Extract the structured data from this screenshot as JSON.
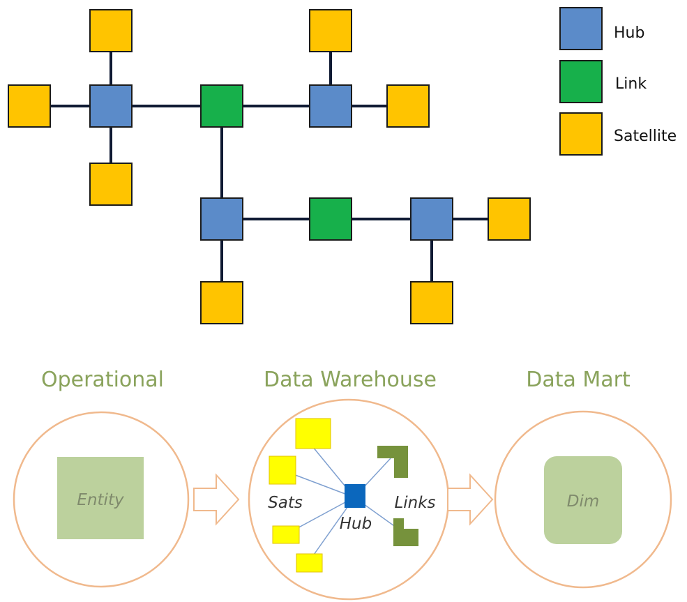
{
  "colors": {
    "hub": "#5b8bc9",
    "link": "#17b04b",
    "satellite": "#ffc400",
    "connector": "#0f1a33",
    "circle_stroke": "#f0b98d",
    "title": "#8aa35c",
    "entity_fill": "#bcd19d",
    "link_shape": "#76923c",
    "sat_shape": "#ffff00",
    "hub_shape": "#0b67bd"
  },
  "legend": [
    {
      "type": "hub",
      "label": "Hub"
    },
    {
      "type": "link",
      "label": "Link"
    },
    {
      "type": "satellite",
      "label": "Satellite"
    }
  ],
  "network": {
    "node_types": [
      "satellite",
      "hub",
      "satellite",
      "satellite",
      "link",
      "hub",
      "satellite",
      "satellite",
      "satellite",
      "hub",
      "link",
      "hub",
      "satellite",
      "satellite",
      "satellite"
    ]
  },
  "stages": {
    "operational": {
      "title": "Operational",
      "entity_label": "Entity"
    },
    "warehouse": {
      "title": "Data Warehouse",
      "sats_label": "Sats",
      "hub_label": "Hub",
      "links_label": "Links"
    },
    "mart": {
      "title": "Data Mart",
      "dim_label": "Dim"
    }
  }
}
